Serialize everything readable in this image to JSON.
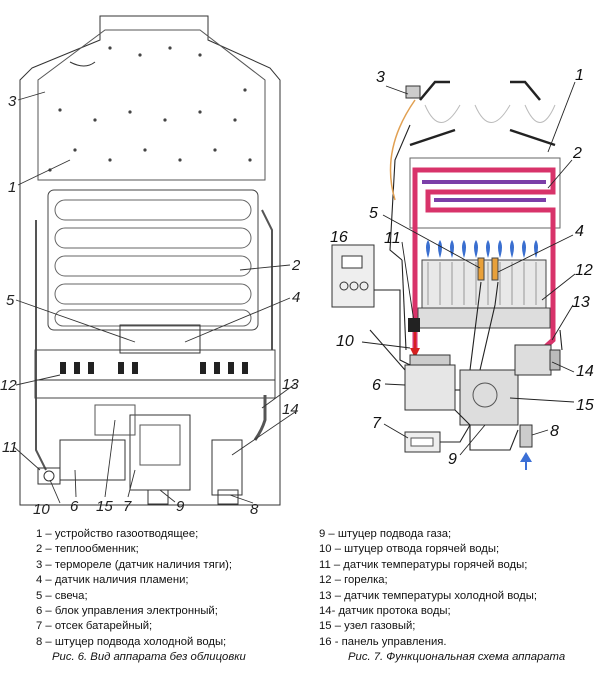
{
  "figure6": {
    "callouts": [
      "3",
      "1",
      "2",
      "5",
      "4",
      "12",
      "13",
      "14",
      "11",
      "10",
      "6",
      "15",
      "7",
      "9",
      "8"
    ]
  },
  "figure7": {
    "callouts": [
      "3",
      "1",
      "2",
      "5",
      "4",
      "16",
      "11",
      "12",
      "13",
      "10",
      "6",
      "14",
      "15",
      "7",
      "8",
      "9"
    ]
  },
  "legend_left": [
    "1 – устройство газоотводящее;",
    "2 – теплообменник;",
    "3 – термореле (датчик наличия тяги);",
    "4 – датчик наличия пламени;",
    "5 – свеча;",
    "6 – блок управления электронный;",
    "7 – отсек батарейный;",
    "8 – штуцер подвода холодной воды;"
  ],
  "legend_right": [
    "9 – штуцер подвода газа;",
    "10 – штуцер отвода горячей воды;",
    "11 – датчик температуры горячей воды;",
    "12 – горелка;",
    "13 – датчик температуры холодной воды;",
    "14- датчик протока воды;",
    "15 – узел газовый;",
    "16 - панель управления."
  ],
  "captions": {
    "left": "Рис. 6. Вид аппарата без облицовки",
    "right": "Рис. 7. Функциональная схема аппарата"
  },
  "colors": {
    "hot_pipe": "#d8336a",
    "coil": "#7b3fa8",
    "flame": "#3a6fd0",
    "cold_arrow": "#3b6fd6",
    "hot_arrow": "#d62020"
  }
}
